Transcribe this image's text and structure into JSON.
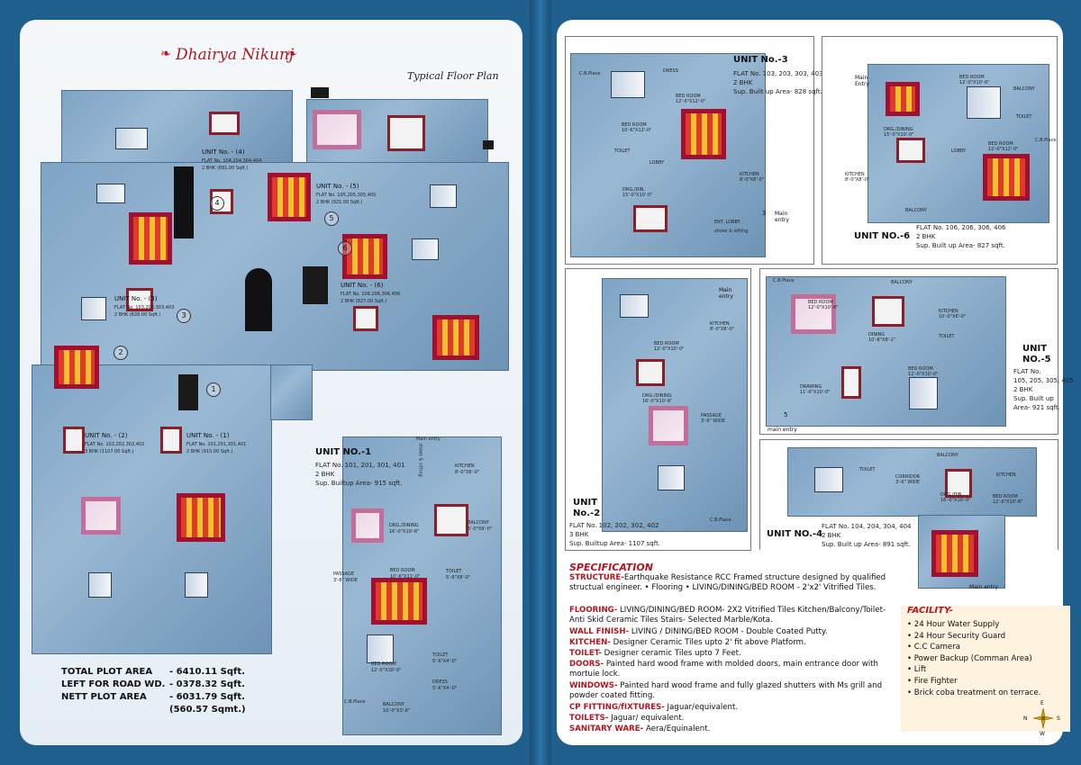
{
  "brochure": {
    "title": "Dhairya Nikunj",
    "subtitle": "Typical Floor Plan"
  },
  "overall_plan": {
    "units": [
      {
        "label": "UNIT No. - (4)",
        "flats": "FLAT No. 104,204,304,404",
        "type": "2 BHK (891.00 Sqft.)",
        "marker": "4"
      },
      {
        "label": "UNIT No. - (5)",
        "flats": "FLAT No. 105,205,305,405",
        "type": "2 BHK (921.00 Sqft.)",
        "marker": "5"
      },
      {
        "label": "UNIT No. - (6)",
        "flats": "FLAT No. 106,206,306,406",
        "type": "2 BHK (827.00 Sqft.)",
        "marker": "6"
      },
      {
        "label": "UNIT No. - (3)",
        "flats": "FLAT No. 103,203,303,403",
        "type": "2 BHK (828.00 Sqft.)",
        "marker": "3"
      },
      {
        "label": "UNIT No. - (2)",
        "flats": "FLAT No. 102,202,302,402",
        "type": "3 BHK (1107.00 Sqft.)",
        "marker": "2"
      },
      {
        "label": "UNIT No. - (1)",
        "flats": "FLAT No. 101,201,301,401",
        "type": "2 BHK (915.00 Sqft.)",
        "marker": "1"
      }
    ]
  },
  "totals": [
    {
      "label": "TOTAL PLOT AREA",
      "value": "- 6410.11 Sqft."
    },
    {
      "label": "LEFT FOR ROAD WD.",
      "value": "- 0378.32 Sqft."
    },
    {
      "label": "NETT PLOT AREA",
      "value": "- 6031.79 Sqft."
    },
    {
      "label": "",
      "value": "(560.57 Sqmt.)"
    }
  ],
  "unit_plans": {
    "unit1": {
      "name": "UNIT NO.-1",
      "flats": "FLAT No. 101, 201, 301, 401",
      "bhk": "2 BHK",
      "area": "Sup. Builtup Area- 915 sqft.",
      "entry": "Main entry",
      "rooms": {
        "drg": "DRG./DINING",
        "drg_size": "16'-0\"X10'-6\"",
        "bed1": "BED ROOM",
        "bed1_size": "10'-6\"X11'-0\"",
        "bed2": "BED ROOM",
        "bed2_size": "12'-0\"X10'-0\"",
        "balcony1": "BALCONY",
        "balcony1_size": "5'-0\"X9'-0\"",
        "balcony2": "BALCONY",
        "balcony2_size": "10'-0\"X3'-6\"",
        "kitchen": "KITCHEN",
        "kitchen_size": "8'-0\"X8'-0\"",
        "toilet": "TOILET",
        "toilet_size": "5'-6\"X8'-0\"",
        "toilet2": "TOILET",
        "toilet2_size": "5'-6\"X4'-0\"",
        "dress": "DRESS",
        "dress_size": "5'-6\"X4'-0\"",
        "passage": "PASSAGE",
        "passage_size": "3'-6\" WIDE",
        "shoes": "shoes & sitting",
        "cb": "C.B.Place"
      }
    },
    "unit2": {
      "name": "UNIT",
      "name2": "No.-2",
      "flats": "FLAT No. 102, 202, 302, 402",
      "bhk": "3 BHK",
      "area": "Sup. Builtup Area- 1107 sqft.",
      "entry": "Main entry",
      "rooms": {
        "drg": "DRG./DINING",
        "drg_size": "16'-0\"X10'-6\"",
        "bed": "BED ROOM",
        "bed_size": "12'-0\"X10'-0\"",
        "kitchen": "KITCHEN",
        "kitchen_size": "8'-0\"X8'-0\"",
        "passage": "PASSAGE",
        "passage_size": "3'-6\" WIDE",
        "cb": "C.B.Place"
      }
    },
    "unit3": {
      "name": "UNIT No.-3",
      "flats": "FLAT No. 103, 203, 303, 403",
      "bhk": "2 BHK",
      "area": "Sup. Built up Area- 828 sqft.",
      "entry": "Main entry",
      "rooms": {
        "bed1": "BED ROOM",
        "bed1_size": "12'-0\"X12'-0\"",
        "bed2": "BED ROOM",
        "bed2_size": "10'-6\"X12'-0\"",
        "drg": "DRG./DIN.",
        "drg_size": "15'-0\"X10'-0\"",
        "lobby": "LOBBY",
        "kitchen": "KITCHEN",
        "kitchen_size": "8'-0\"X8'-0\"",
        "toilet": "TOILET",
        "dress": "DRESS",
        "ent": "ENT. LOBBY",
        "shoes": "shoes & sitting",
        "cb": "C.B.Place",
        "marker": "3"
      }
    },
    "unit4": {
      "name": "UNIT NO.-4",
      "flats": "FLAT No. 104, 204, 304, 404",
      "bhk": "2 BHK",
      "area": "Sup. Built up Area- 891 sqft.",
      "entry": "Main entry",
      "rooms": {
        "drg": "DRG./DIN.",
        "drg_size": "16'-0\"X10'-0\"",
        "bed": "BED ROOM",
        "bed_size": "12'-0\"X10'-6\"",
        "corridor": "CORRIDOR",
        "corridor_size": "3'-6\" WIDE",
        "kitchen": "KITCHEN",
        "balcony": "BALCONY",
        "toilet": "TOILET"
      }
    },
    "unit5": {
      "name": "UNIT",
      "name2": "NO.-5",
      "flats": "FLAT No.",
      "flats2": "105, 205, 305, 405",
      "bhk": "2 BHK",
      "area": "Sup. Built up",
      "area2": "Area- 921 sqft.",
      "entry": "main entry",
      "rooms": {
        "bed1": "BED ROOM",
        "bed1_size": "12'-0\"X10'-6\"",
        "dining": "DINING",
        "dining_size": "10'-6\"X8'-1\"",
        "drawing": "DRAWING",
        "drawing_size": "11'-6\"X10'-0\"",
        "bed2": "BED ROOM",
        "bed2_size": "12'-0\"X10'-0\"",
        "kitchen": "KITCHEN",
        "kitchen_size": "10'-0\"X6'-0\"",
        "balcony": "BALCONY",
        "toilet": "TOILET",
        "cb": "C.B.Place",
        "marker": "5"
      }
    },
    "unit6": {
      "name": "UNIT NO.-6",
      "flats": "FLAT No. 106, 206, 306, 406",
      "bhk": "2 BHK",
      "area": "Sup. Built up Area- 827 sqft.",
      "entry": "Main Entry",
      "rooms": {
        "drg": "DRG./DINING",
        "drg_size": "15'-0\"X10'-0\"",
        "bed1": "BED ROOM",
        "bed1_size": "12'-0\"X10'-6\"",
        "bed2": "BED ROOM",
        "bed2_size": "12'-0\"X12'-0\"",
        "lobby": "LOBBY",
        "kitchen": "KITCHEN",
        "kitchen_size": "8'-0\"X8'-0\"",
        "balcony": "BALCONY",
        "balcony2": "BALCONY",
        "toilet": "TOILET",
        "cb": "C.B.Place"
      }
    }
  },
  "specification": {
    "heading": "SPECIFICATION",
    "items": [
      {
        "key": "STRUCTURE-",
        "text": "Earthquake Resistance RCC Framed structure designed by qualified structual engineer. • Flooring • LIVING/DINING/BED ROOM - 2'x2' Vitrified Tiles."
      },
      {
        "key": "FLOORING-",
        "text": " LIVING/DINING/BED ROOM- 2X2 Vitrified Tiles Kitchen/Balcony/Toilet- Anti Skid Ceramic Tiles Stairs- Selected Marble/Kota."
      },
      {
        "key": "WALL FINISH-",
        "text": " LIVING / DINING/BED ROOM - Double Coated Putty."
      },
      {
        "key": "KITCHEN-",
        "text": " Designer Ceramic Tiles upto 2' fit above Platform."
      },
      {
        "key": "TOILET-",
        "text": " Designer ceramic Tiles upto 7 Feet."
      },
      {
        "key": "DOORS-",
        "text": " Painted hard wood frame with molded doors, main entrance door with mortuie lock."
      },
      {
        "key": "WINDOWS-",
        "text": " Painted hard wood frame and fully glazed shutters with Ms grill and powder coated fitting."
      },
      {
        "key": "CP FITTING/fIXTURES-",
        "text": " Jaguar/equivalent."
      },
      {
        "key": "TOILETS-",
        "text": " Jaguar/ equivalent."
      },
      {
        "key": "SANITARY WARE-",
        "text": " Aera/Equinalent."
      }
    ]
  },
  "facility": {
    "heading": "FACILITY-",
    "items": [
      "• 24 Hour Water Supply",
      "• 24 Hour Security Guard",
      "• C.C Camera",
      "• Power Backup (Comman Area)",
      "• Lift",
      "• Fire Fighter",
      "• Brick coba treatment on terrace."
    ]
  },
  "compass": {
    "n": "N",
    "s": "S",
    "e": "E",
    "w": "W"
  },
  "colors": {
    "accent": "#b0171f",
    "frame": "#1f5f8e"
  }
}
